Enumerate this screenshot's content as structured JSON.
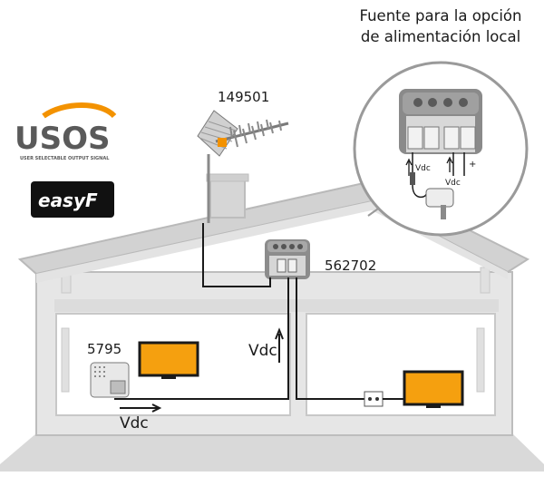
{
  "callout": {
    "title_line1": "Fuente para la opción",
    "title_line2": "de alimentación local",
    "vdc_left": "Vdc",
    "vdc_right": "Vdc",
    "plus_label": "+"
  },
  "logos": {
    "usos_text": "USOS",
    "usos_tagline": "USER SELECTABLE OUTPUT SIGNAL",
    "easyf_text": "easyF"
  },
  "labels": {
    "antenna_model": "149501",
    "amplifier_model": "562702",
    "psu_model": "5795",
    "vdc_vertical": "Vdc",
    "vdc_horizontal": "Vdc"
  },
  "colors": {
    "tv_screen": "#f5a00f",
    "house_fill": "#e6e6e6",
    "roof_fill": "#d2d2d2",
    "cable": "#1a1a1a",
    "usos_orange": "#f39200",
    "usos_grey": "#5a5a5a"
  }
}
